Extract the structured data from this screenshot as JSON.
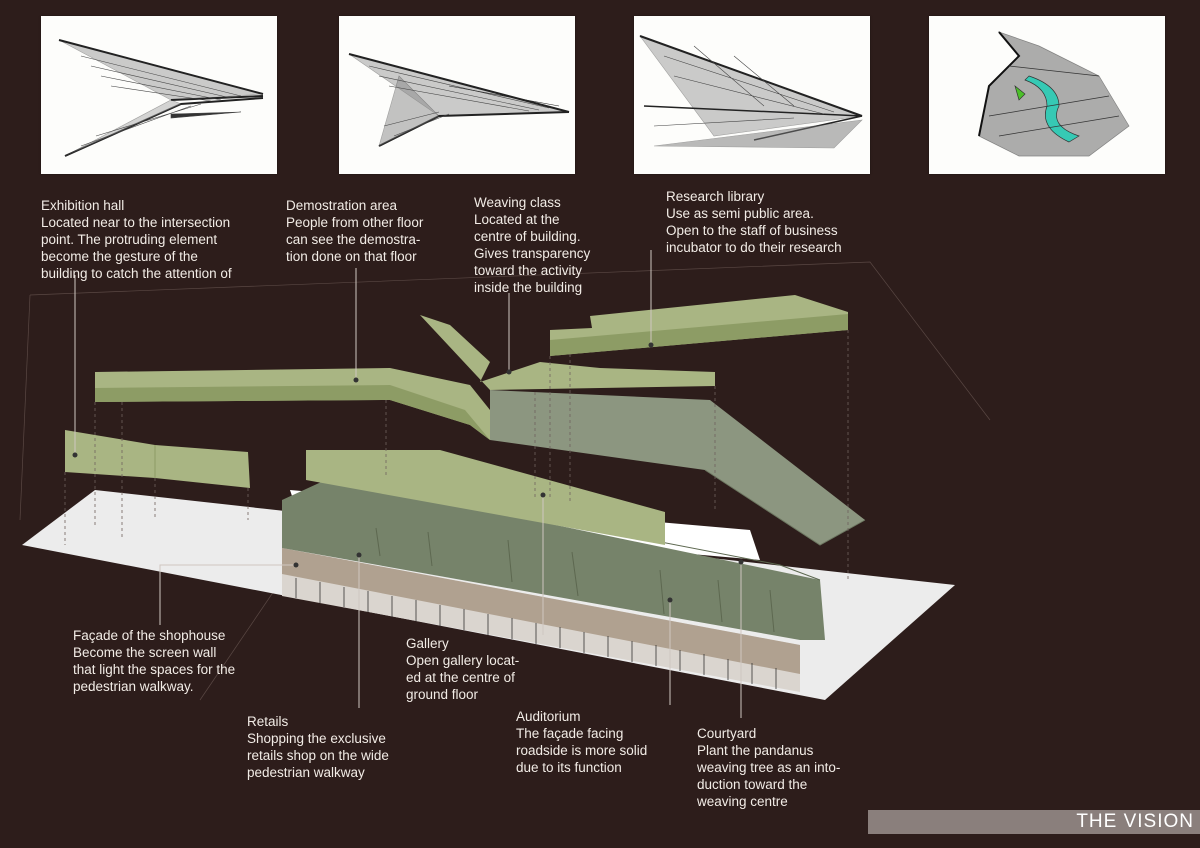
{
  "sketches": [
    {
      "id": "sketch-1"
    },
    {
      "id": "sketch-2"
    },
    {
      "id": "sketch-3"
    },
    {
      "id": "sketch-4"
    }
  ],
  "labels": {
    "exhibition": {
      "title": "Exhibition hall",
      "body": "Located near to the intersection\npoint. The protruding element\nbecome the gesture of the\nbuilding to catch the attention of"
    },
    "demostration": {
      "title": "Demostration area",
      "body": "People from other floor\ncan see the demostra-\ntion done on that floor"
    },
    "weaving": {
      "title": "Weaving class",
      "body": "Located at the\ncentre of building.\nGives transparency\ntoward the activity\ninside the building"
    },
    "research": {
      "title": "Research library",
      "body": "Use as semi public area.\nOpen to the staff of business\nincubator to do their research"
    },
    "facade": {
      "title": "Façade of the shophouse",
      "body": "Become the screen wall\nthat light the spaces for the\npedestrian walkway."
    },
    "gallery": {
      "title": "Gallery",
      "body": "Open gallery locat-\ned at the centre of\nground floor"
    },
    "retails": {
      "title": "Retails",
      "body": "Shopping the exclusive\nretails shop on the wide\npedestrian walkway"
    },
    "auditorium": {
      "title": "Auditorium",
      "body": "The façade facing\nroadside is more solid\ndue to its function"
    },
    "courtyard": {
      "title": "Courtyard",
      "body": "Plant the pandanus\nweaving tree as an into-\nduction toward the\nweaving centre"
    }
  },
  "footer": {
    "title": "THE VISION"
  },
  "colors": {
    "background": "#2d1d1b",
    "mass_top": "#adb98a",
    "mass_side": "#8a9966",
    "auditorium_top": "#7e8a6c",
    "auditorium_side": "#6a7559",
    "ground": "#ececec",
    "retail_band": "#b0a190"
  }
}
